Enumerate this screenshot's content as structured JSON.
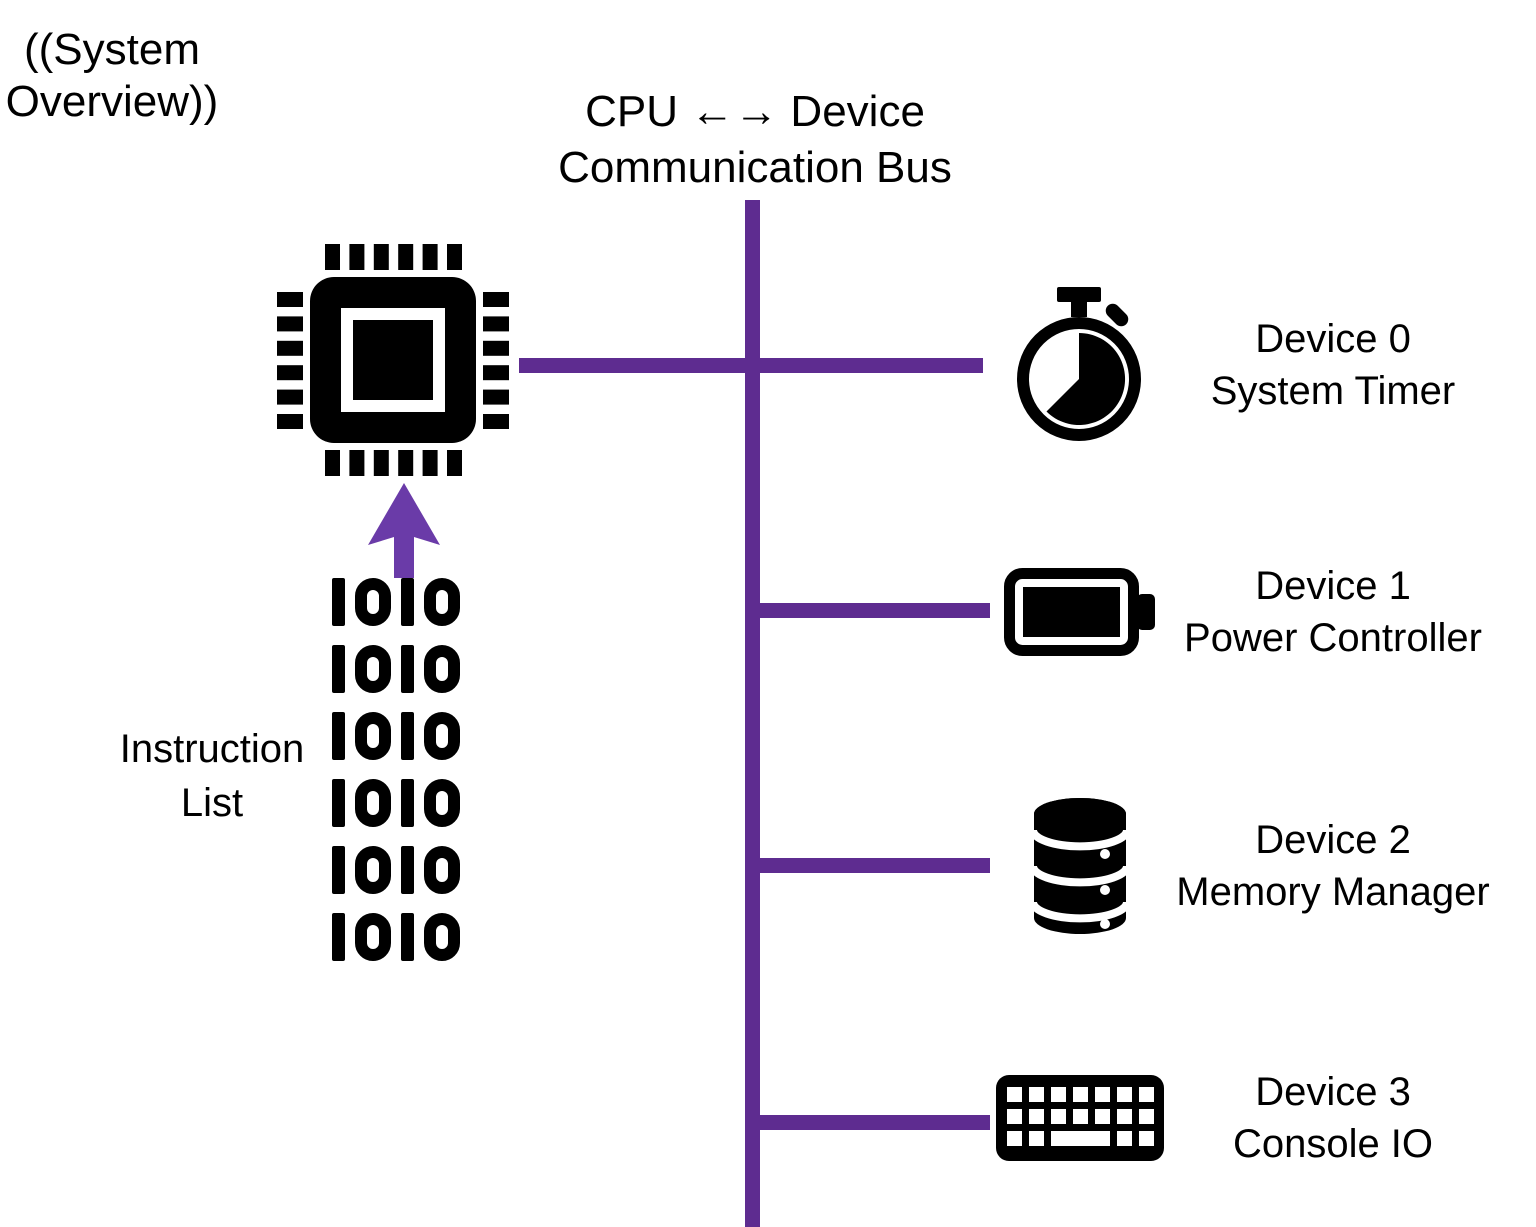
{
  "diagram": {
    "title_line1": "((System",
    "title_line2": "Overview))",
    "bus_label_line1": "CPU ←→ Device",
    "bus_label_line2": "Communication Bus"
  },
  "instruction_list": {
    "label_line1": "Instruction",
    "label_line2": "List",
    "binary_rows": [
      "1010",
      "1010",
      "1010",
      "1010",
      "1010",
      "1010"
    ]
  },
  "cpu": {
    "icon": "cpu-chip-icon"
  },
  "devices": [
    {
      "line1": "Device 0",
      "line2": "System Timer",
      "icon": "stopwatch-icon"
    },
    {
      "line1": "Device 1",
      "line2": "Power Controller",
      "icon": "battery-icon"
    },
    {
      "line1": "Device 2",
      "line2": "Memory Manager",
      "icon": "database-icon"
    },
    {
      "line1": "Device 3",
      "line2": "Console IO",
      "icon": "keyboard-icon"
    }
  ],
  "colors": {
    "bus": "#5E2C90",
    "arrow": "#6A3BA8",
    "icon": "#000000",
    "text": "#000000"
  }
}
